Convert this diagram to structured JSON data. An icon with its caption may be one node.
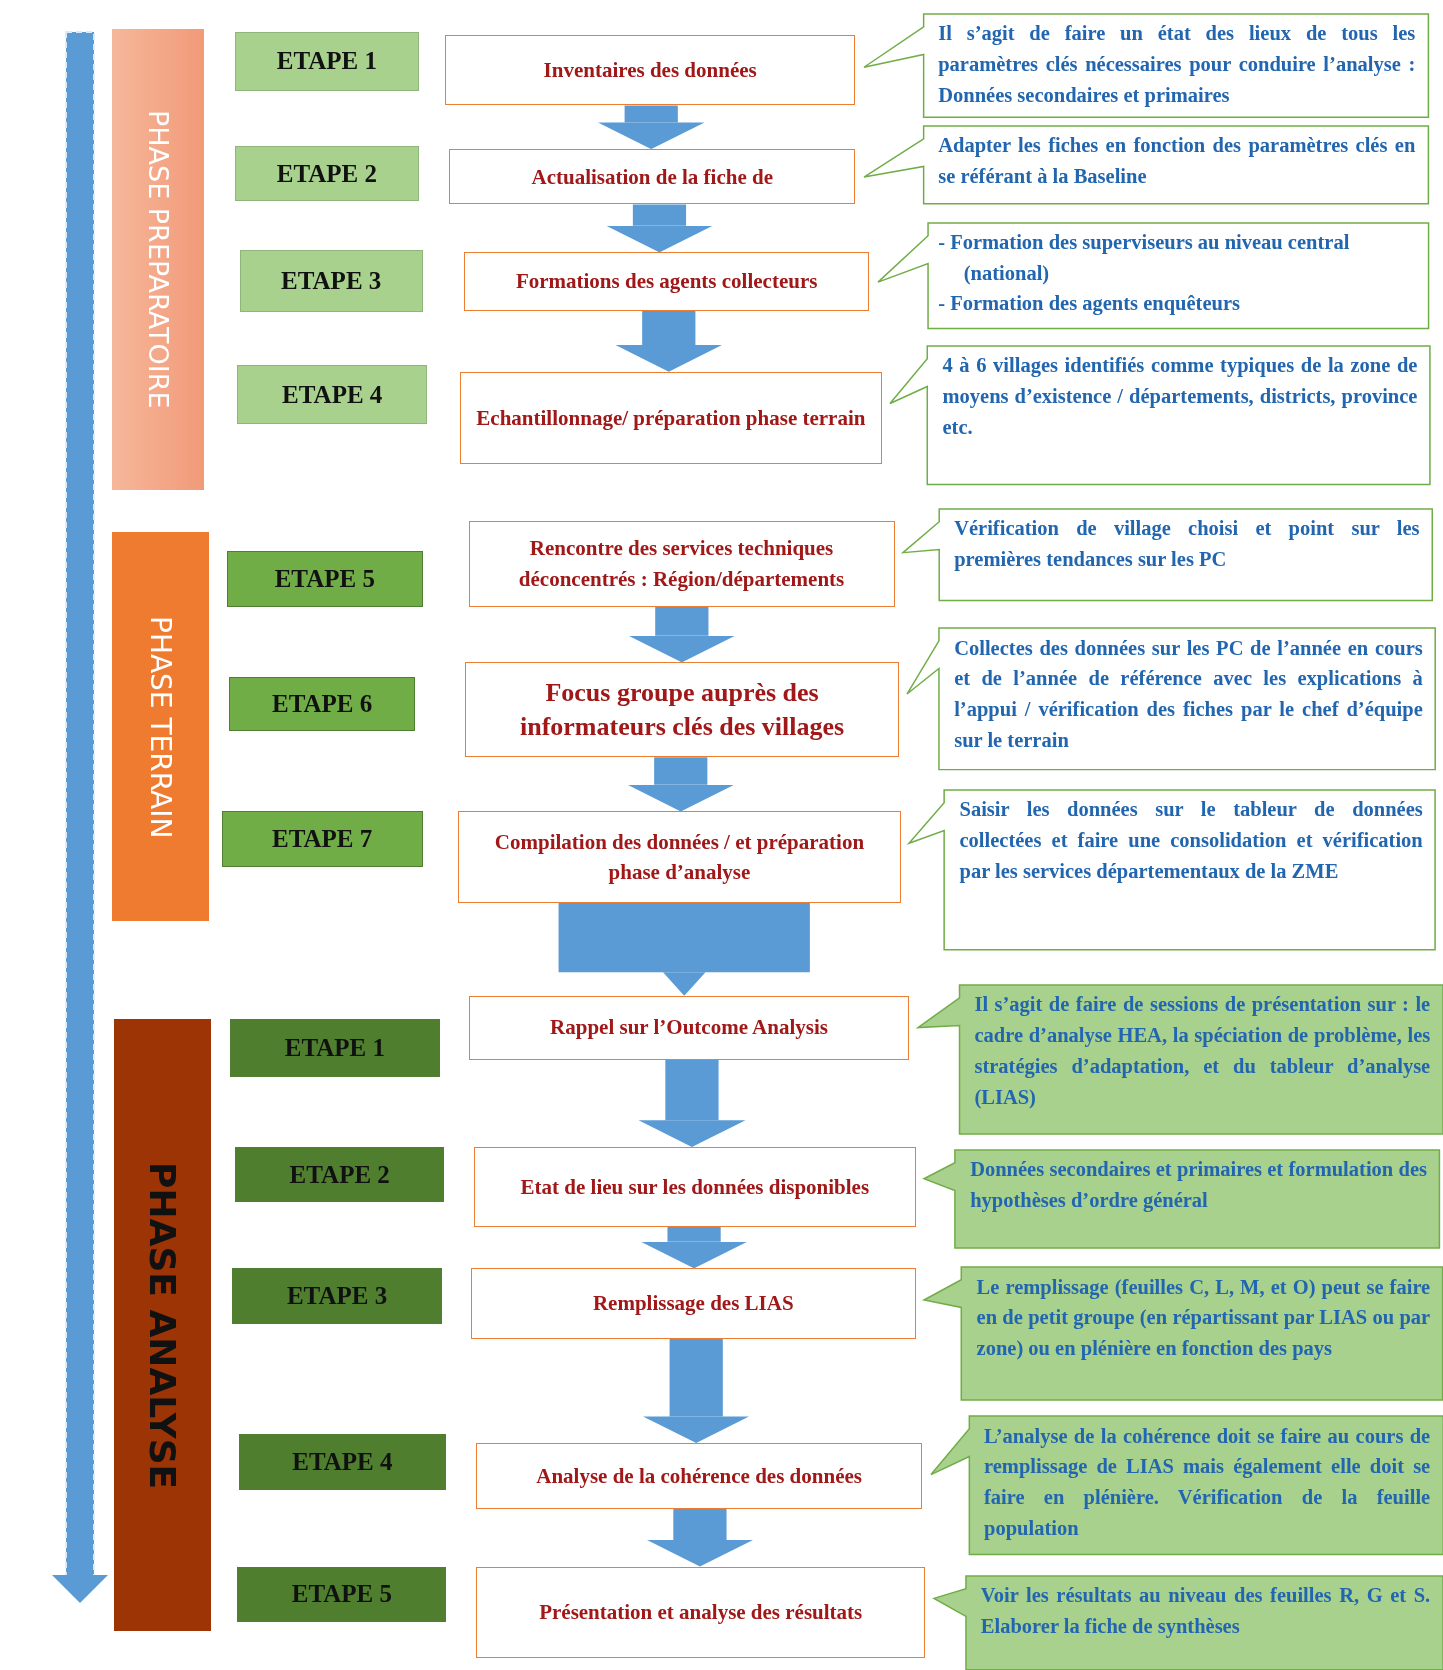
{
  "diagram": {
    "nodes": [
      {
        "text": [
          "PHASE PREPARATOIRE"
        ]
      },
      {
        "text": [
          "ETAPE 1"
        ]
      },
      {
        "text": [
          "Inventaires des données"
        ]
      },
      {
        "text": [
          "Il s’agit de faire un état des lieux de tous les paramètres clés nécessaires pour conduire l’analyse : Données secondaires et primaires"
        ]
      },
      {
        "text": [
          "ETAPE 2"
        ]
      },
      {
        "text": [
          "Actualisation de la fiche de"
        ]
      },
      {
        "text": [
          "Adapter les fiches en fonction des paramètres clés en se référant à la Baseline"
        ]
      },
      {
        "text": [
          "ETAPE 3"
        ]
      },
      {
        "text": [
          "Formations des agents collecteurs"
        ]
      },
      {
        "text": [
          "- Formation des superviseurs au niveau central (national)",
          "- Formation des agents enquêteurs"
        ]
      },
      {
        "text": [
          "ETAPE 4"
        ]
      },
      {
        "text": [
          "Echantillonnage/ préparation phase terrain"
        ]
      },
      {
        "text": [
          "4 à 6 villages identifiés comme typiques de la zone de moyens d’existence / départements, districts, province etc."
        ]
      },
      {
        "text": [
          "PHASE TERRAIN"
        ]
      },
      {
        "text": [
          "ETAPE 5"
        ]
      },
      {
        "text": [
          "Rencontre des services techniques déconcentrés : Région/départements"
        ]
      },
      {
        "text": [
          "Vérification de village choisi et point sur les premières tendances sur les PC"
        ]
      },
      {
        "text": [
          "ETAPE 6"
        ]
      },
      {
        "text": [
          "Focus groupe auprès des informateurs clés des villages"
        ]
      },
      {
        "text": [
          "Collectes des données sur les PC de l’année en cours et de l’année de référence avec les explications à l’appui / vérification des fiches par le chef d’équipe sur le terrain"
        ]
      },
      {
        "text": [
          "ETAPE 7"
        ]
      },
      {
        "text": [
          "Compilation des données / et préparation phase d’analyse"
        ]
      },
      {
        "text": [
          "Saisir les données sur le tableur de données collectées et faire une consolidation et vérification par les services départementaux de la ZME"
        ]
      },
      {
        "text": [
          "PHASE ANALYSE"
        ]
      },
      {
        "text": [
          "ETAPE 1"
        ]
      },
      {
        "text": [
          "Rappel sur l’Outcome Analysis"
        ]
      },
      {
        "text": [
          "Il s’agit de faire de sessions de présentation sur : le cadre d’analyse HEA, la spéciation de problème, les stratégies d’adaptation, et du tableur d’analyse (LIAS)"
        ]
      },
      {
        "text": [
          "ETAPE 2"
        ]
      },
      {
        "text": [
          "Etat de lieu sur les données disponibles"
        ]
      },
      {
        "text": [
          "Données secondaires et primaires et formulation des hypothèses d’ordre général"
        ]
      },
      {
        "text": [
          "ETAPE 3"
        ]
      },
      {
        "text": [
          "Remplissage des LIAS"
        ]
      },
      {
        "text": [
          "Le remplissage (feuilles C, L, M, et O) peut se faire en de petit groupe (en répartissant par LIAS ou par zone) ou en plénière en fonction des pays"
        ]
      },
      {
        "text": [
          "ETAPE 4"
        ]
      },
      {
        "text": [
          "Analyse de la cohérence des données"
        ]
      },
      {
        "text": [
          "L’analyse de la cohérence doit se faire au cours de remplissage de LIAS mais également elle doit se faire en plénière. Vérification de la feuille population"
        ]
      },
      {
        "text": [
          "ETAPE 5"
        ]
      },
      {
        "text": [
          "Présentation et analyse des résultats"
        ]
      },
      {
        "text": [
          "Voir les résultats au niveau des feuilles R, G et S. Elaborer la fiche de synthèses"
        ]
      }
    ],
    "edges": [
      {
        "from": 2,
        "to": 5,
        "arrow": "to"
      },
      {
        "from": 5,
        "to": 8,
        "arrow": "to"
      },
      {
        "from": 8,
        "to": 11,
        "arrow": "to"
      },
      {
        "from": 15,
        "to": 18,
        "arrow": "to"
      },
      {
        "from": 18,
        "to": 21,
        "arrow": "to"
      },
      {
        "from": 21,
        "to": 25,
        "arrow": "to",
        "style": "thick"
      },
      {
        "from": 25,
        "to": 28,
        "arrow": "to"
      },
      {
        "from": 28,
        "to": 31,
        "arrow": "to"
      },
      {
        "from": 31,
        "to": 34,
        "arrow": "to"
      },
      {
        "from": 34,
        "to": 37,
        "arrow": "to"
      }
    ]
  }
}
